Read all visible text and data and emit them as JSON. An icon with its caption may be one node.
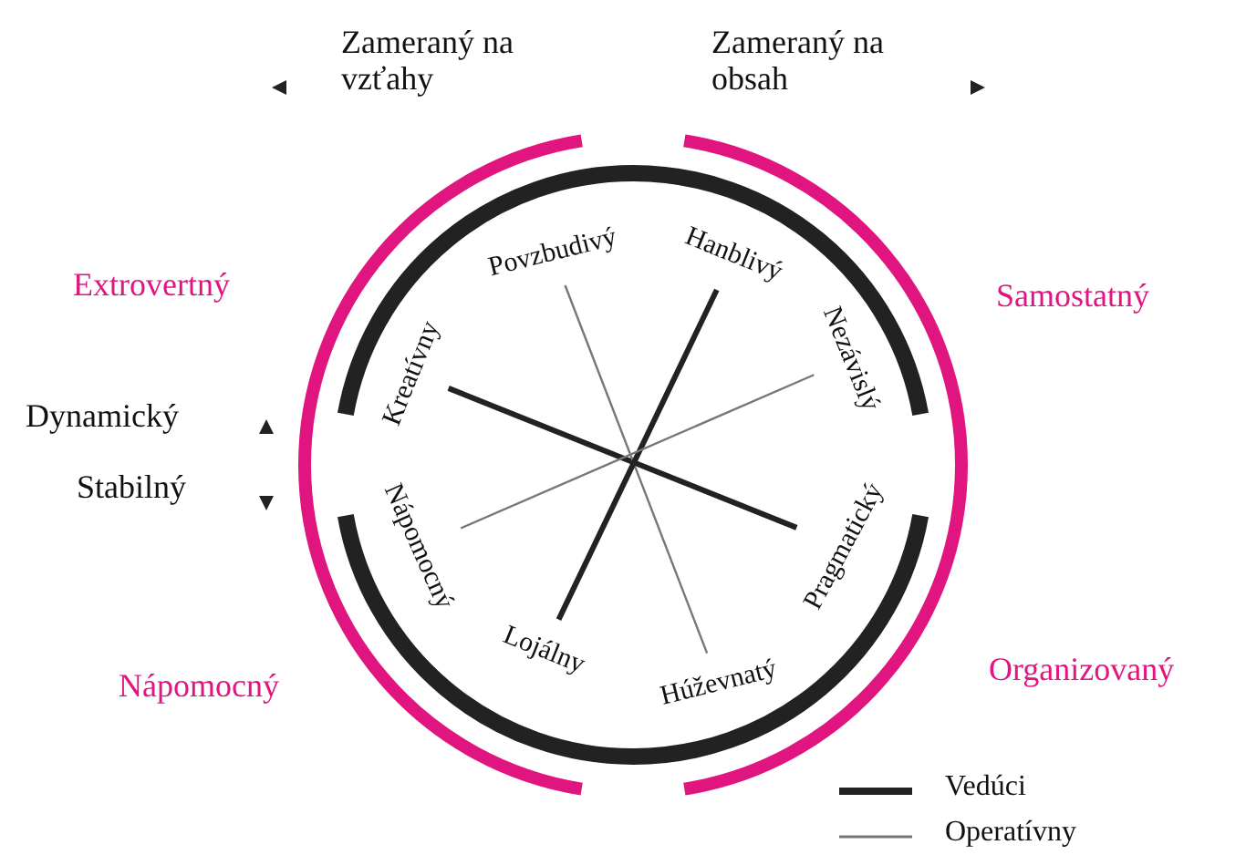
{
  "diagram": {
    "nodes": [
      {
        "text": [
          "Kreatívny"
        ]
      },
      {
        "text": [
          "Povzbudivý"
        ]
      },
      {
        "text": [
          "Hanblivý"
        ]
      },
      {
        "text": [
          "Nezávislý"
        ]
      },
      {
        "text": [
          "Pragmatický"
        ]
      },
      {
        "text": [
          "Húževnatý"
        ]
      },
      {
        "text": [
          "Lojálny"
        ]
      },
      {
        "text": [
          "Nápomocný"
        ]
      }
    ],
    "edges": [
      {
        "from": 0,
        "to": 4,
        "arrow": "none",
        "style": "thick"
      },
      {
        "from": 1,
        "to": 5,
        "arrow": "none"
      },
      {
        "from": 2,
        "to": 6,
        "arrow": "none",
        "style": "thick"
      },
      {
        "from": 3,
        "to": 7,
        "arrow": "none"
      }
    ],
    "labels": [
      "Zameraný na vzťahy",
      "Zameraný na obsah",
      "Extrovertný",
      "Samostatný",
      "Dynamický",
      "Stabilný",
      "Nápomocný",
      "Organizovaný"
    ],
    "legend": [
      {
        "text": "Vedúci"
      },
      {
        "text": "Operatívny"
      }
    ]
  }
}
